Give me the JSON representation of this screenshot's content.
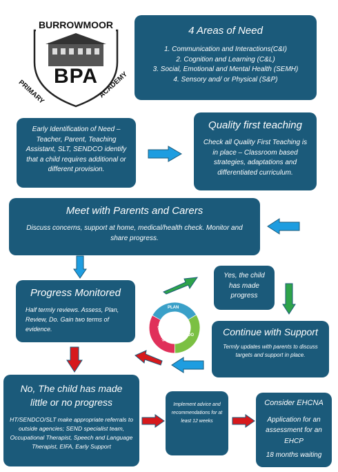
{
  "logo": {
    "school_name": "BURROWMOOR",
    "initials": "BPA",
    "arc_left": "PRIMARY",
    "arc_right": "ACADEMY"
  },
  "areas": {
    "title": "4 Areas of Need",
    "items": [
      "1.   Communication and Interactions(C&I)",
      "2.   Cognition and Learning (C&L)",
      "3.  Social, Emotional and Mental Health (SEMH)",
      "4.  Sensory and/ or Physical (S&P)"
    ]
  },
  "early_id": {
    "text": "Early Identification of Need – Teacher, Parent, Teaching Assistant, SLT, SENDCO identify that a child requires additional or different provision."
  },
  "quality": {
    "title": "Quality first teaching",
    "text": "Check all Quality First Teaching is in place – Classroom based strategies, adaptations and differentiated curriculum."
  },
  "meet": {
    "title": "Meet with Parents and Carers",
    "text": "Discuss concerns, support at home, medical/health check. Monitor and share progress."
  },
  "progress": {
    "title": "Progress Monitored",
    "text": "Half termly reviews. Assess, Plan, Review, Do. Gain two terms of evidence."
  },
  "yes_progress": {
    "text": "Yes, the child has made progress"
  },
  "continue": {
    "title": "Continue with Support",
    "text": "Termly updates with parents to discuss targets and support in place."
  },
  "cycle": {
    "labels": [
      "PLAN",
      "DO",
      "REVIEW"
    ]
  },
  "no_progress": {
    "title": "No, The child has made little or no progress",
    "text": "HT/SENDCO/SLT make appropriate referrals to outside agencies; SEND specialist team, Occupational Therapist, Speech and Language Therapist, EIFA, Early Support"
  },
  "implement": {
    "text": "Implement advice and recommendations for at least 12 weeks"
  },
  "ehcna": {
    "title": "Consider EHCNA",
    "text": "Application for an assessment for an EHCP",
    "footer": "18 months waiting"
  },
  "colors": {
    "box": "#1b5a7a",
    "blue_arrow": "#1e9de0",
    "green_arrow": "#2ea34a",
    "red_arrow": "#d7191c"
  }
}
